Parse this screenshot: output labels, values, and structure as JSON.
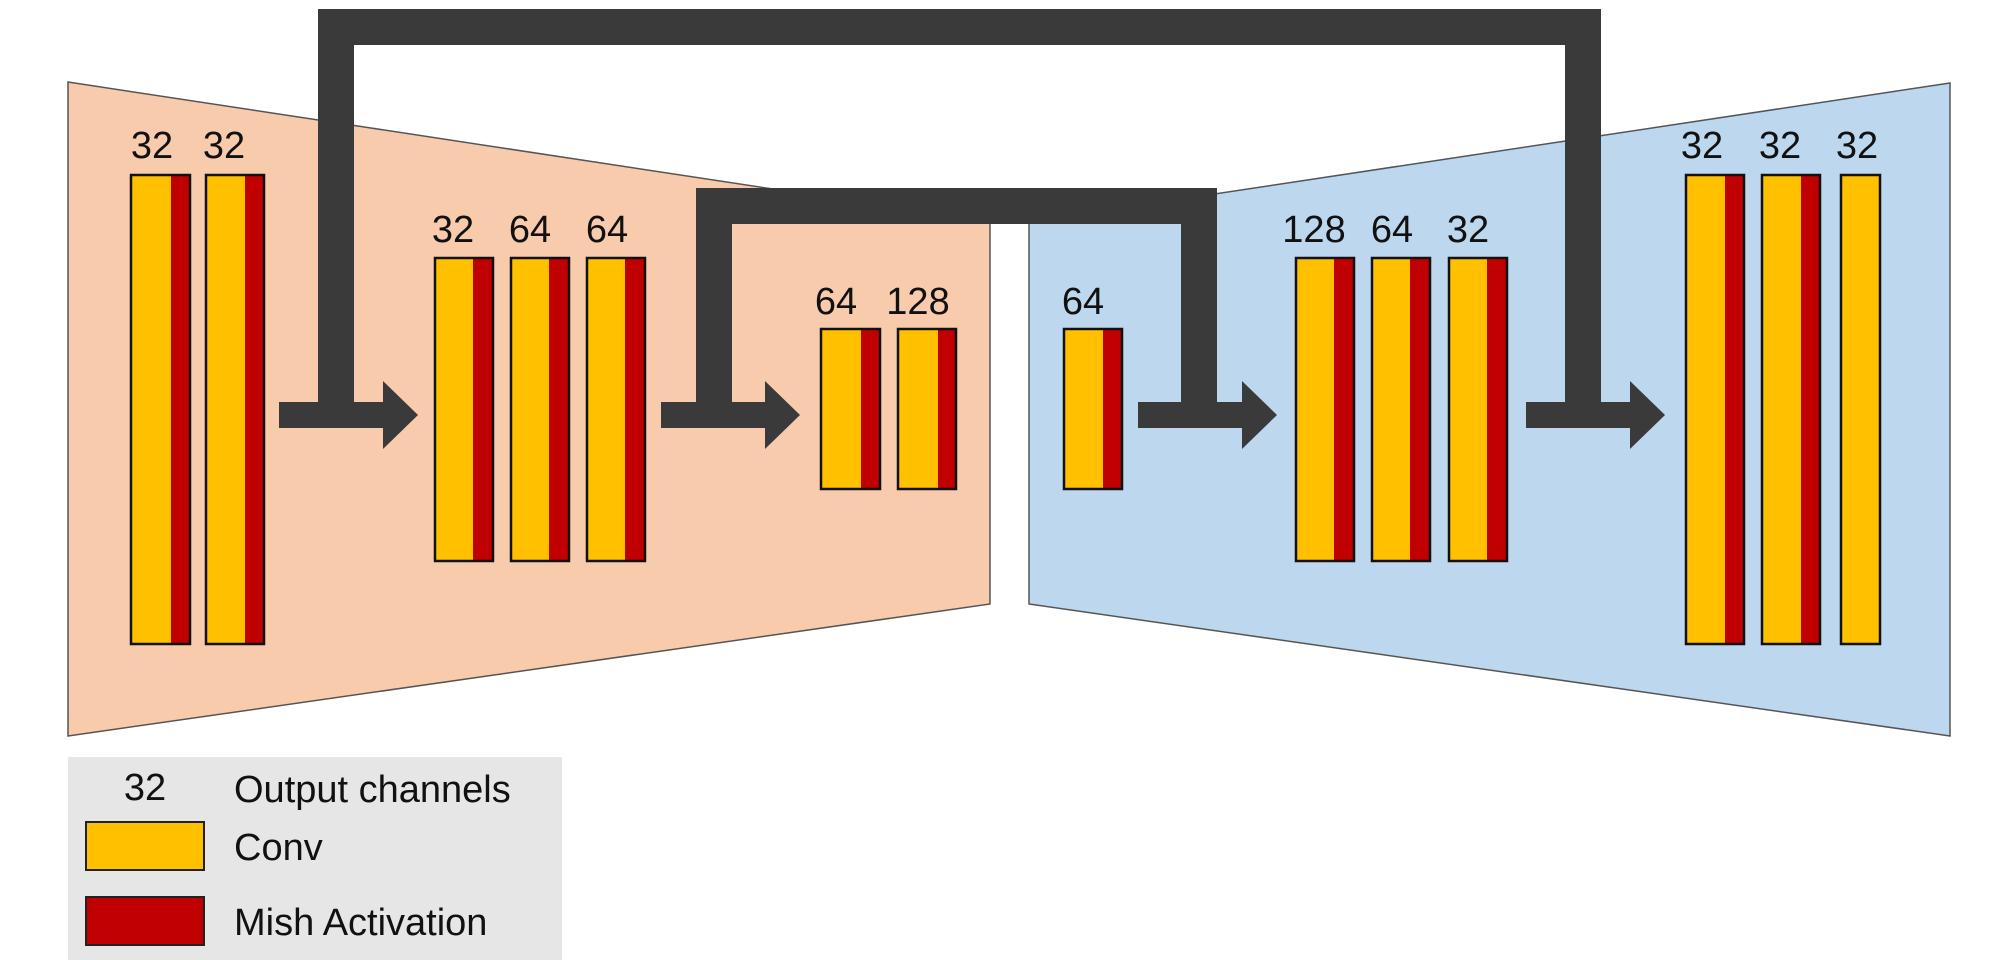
{
  "colors": {
    "encoder_bg": "#f8cbad",
    "decoder_bg": "#bdd7ee",
    "conv": "#ffc000",
    "mish": "#c00000",
    "arrow": "#3a3a3a",
    "legend_bg": "#e6e6e6"
  },
  "stages": [
    {
      "name": "encoder-stage-1",
      "labels": [
        "32",
        "32"
      ]
    },
    {
      "name": "encoder-stage-2",
      "labels": [
        "32",
        "64",
        "64"
      ]
    },
    {
      "name": "encoder-stage-3",
      "labels": [
        "64",
        "128"
      ]
    },
    {
      "name": "decoder-stage-1",
      "labels": [
        "64"
      ]
    },
    {
      "name": "decoder-stage-2",
      "labels": [
        "128",
        "64",
        "32"
      ]
    },
    {
      "name": "decoder-stage-3",
      "labels": [
        "32",
        "32",
        "32"
      ]
    }
  ],
  "legend": {
    "channels_example": "32",
    "channels_label": "Output channels",
    "conv_label": "Conv",
    "mish_label": "Mish Activation"
  }
}
